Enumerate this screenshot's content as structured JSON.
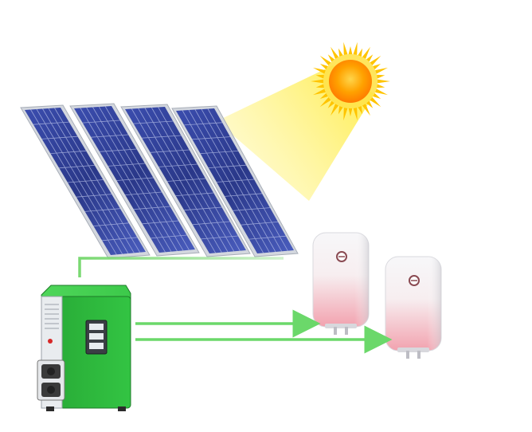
{
  "diagram": {
    "components": {
      "sun": "sun-icon",
      "solar_panels": [
        "solar-panel",
        "solar-panel",
        "solar-panel",
        "solar-panel"
      ],
      "controller": "green-power-controller-unit",
      "water_heaters": [
        "electric-water-heater",
        "electric-water-heater"
      ]
    },
    "colors": {
      "sun_core": "#FF8C00",
      "sun_glow": "#FFD400",
      "sun_beam": "#FFF27A",
      "panel_frame": "#C8CDD6",
      "panel_cells": "#2E3F9A",
      "controller_green": "#2DB83A",
      "connection_line": "#7AD972",
      "arrow_line": "#6BD86A",
      "heater_body": "#F4F4F6",
      "heater_bottom_tint": "#F2A9B4"
    },
    "connections": [
      {
        "from": "solar-panels",
        "to": "controller"
      },
      {
        "from": "controller",
        "to": "water-heater-1"
      },
      {
        "from": "controller",
        "to": "water-heater-2"
      }
    ]
  }
}
